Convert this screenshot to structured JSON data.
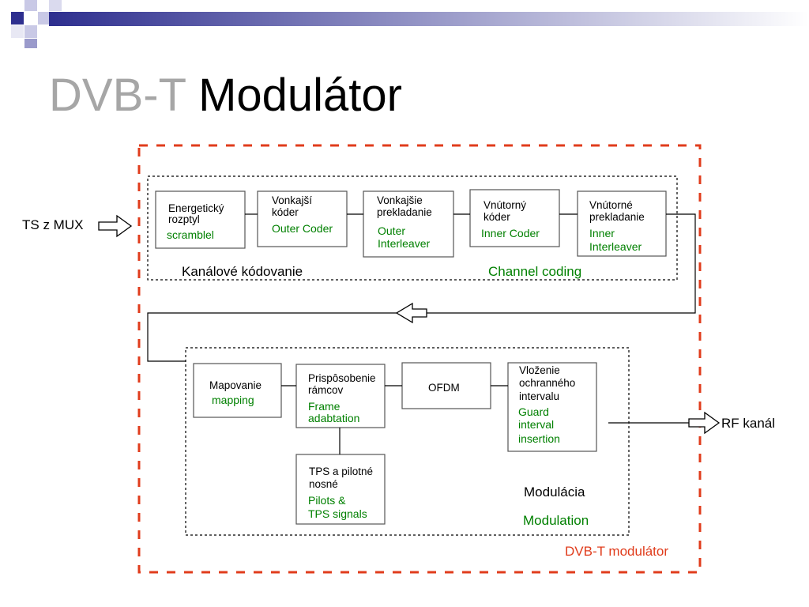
{
  "slide": {
    "title_prefix": "DVB-T",
    "title_main": "Modulátor"
  },
  "colors": {
    "accent_navy": "#2e2f8f",
    "outer_border": "#e03c1c",
    "english_text": "#008000"
  },
  "io": {
    "input": "TS z MUX",
    "output": "RF kanál"
  },
  "channel_coding": {
    "label_sk": "Kanálové kódovanie",
    "label_en": "Channel coding",
    "blocks": [
      {
        "sk": [
          "Energetický",
          "rozptyl"
        ],
        "en": [
          "scramblel"
        ]
      },
      {
        "sk": [
          "Vonkajší",
          "kóder"
        ],
        "en": [
          "Outer Coder"
        ]
      },
      {
        "sk": [
          "Vonkajšie",
          "prekladanie"
        ],
        "en": [
          "Outer",
          "Interleaver"
        ]
      },
      {
        "sk": [
          "Vnútorný",
          "kóder"
        ],
        "en": [
          "Inner Coder"
        ]
      },
      {
        "sk": [
          "Vnútorné",
          "prekladanie"
        ],
        "en": [
          "Inner",
          "Interleaver"
        ]
      }
    ]
  },
  "modulation": {
    "label_sk": "Modulácia",
    "label_en": "Modulation",
    "blocks": [
      {
        "sk": [
          "Mapovanie"
        ],
        "en": [
          "mapping"
        ]
      },
      {
        "sk": [
          "Prispôsobenie",
          "rámcov"
        ],
        "en": [
          "Frame",
          "adabtation"
        ]
      },
      {
        "sk": [
          "OFDM"
        ],
        "en": []
      },
      {
        "sk": [
          "Vloženie",
          "ochranného",
          "intervalu"
        ],
        "en": [
          "Guard",
          "interval",
          "insertion"
        ]
      },
      {
        "sk": [
          "TPS a pilotné",
          "nosné"
        ],
        "en": [
          "Pilots &",
          "TPS signals"
        ]
      }
    ]
  },
  "outer_label": "DVB-T modulátor"
}
